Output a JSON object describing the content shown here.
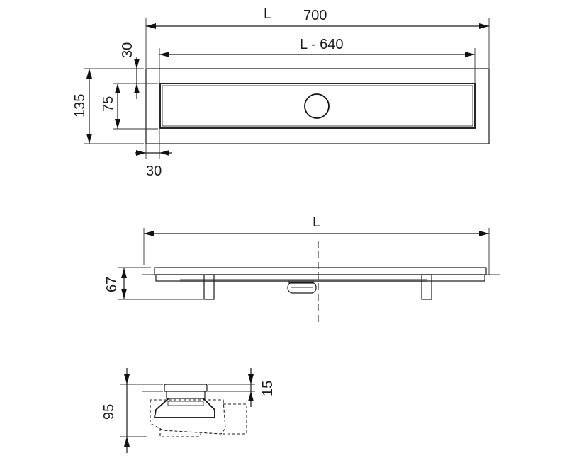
{
  "drawing": {
    "top_view": {
      "dim_overall_length_label": "L",
      "dim_overall_length_value": "700",
      "dim_inner_length_label": "L - 640",
      "dim_overall_width": "135",
      "dim_grate_width": "75",
      "dim_top_offset": "30",
      "dim_side_offset": "30"
    },
    "side_view": {
      "dim_length_label": "L",
      "dim_height": "67"
    },
    "section_view": {
      "dim_total_height": "95",
      "dim_top_height": "15"
    }
  }
}
